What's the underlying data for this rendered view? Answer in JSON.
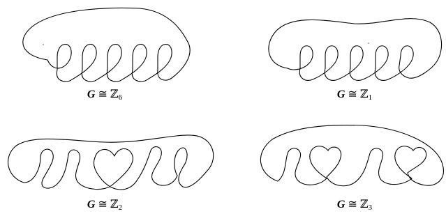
{
  "figure": {
    "panels": [
      {
        "id": "top-left",
        "group_symbol": "G",
        "relation": "≅",
        "ring": "ℤ",
        "index": "6"
      },
      {
        "id": "top-right",
        "group_symbol": "G",
        "relation": "≅",
        "ring": "ℤ",
        "index": "1"
      },
      {
        "id": "bottom-left",
        "group_symbol": "G",
        "relation": "≅",
        "ring": "ℤ",
        "index": "2"
      },
      {
        "id": "bottom-right",
        "group_symbol": "G",
        "relation": "≅",
        "ring": "ℤ",
        "index": "3"
      }
    ]
  },
  "colors": {
    "stroke": "#000000",
    "background": "#ffffff"
  }
}
